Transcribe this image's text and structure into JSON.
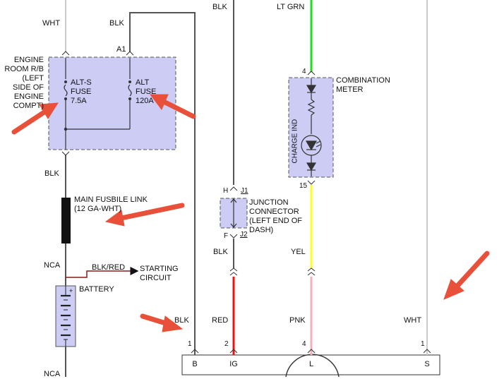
{
  "wire_labels": {
    "top_wht": "WHT",
    "top_blk": "BLK",
    "top_blk2": "BLK",
    "top_ltgrn": "LT GRN",
    "left_blk": "BLK",
    "nca_top": "NCA",
    "nca_bottom": "NCA",
    "blk_red": "BLK/RED",
    "mid_blk": "BLK",
    "mid_yel": "YEL",
    "bot_blk": "BLK",
    "bot_red": "RED",
    "bot_pnk": "PNK",
    "bot_wht": "WHT"
  },
  "pins": {
    "a1": "A1",
    "meter_4": "4",
    "meter_15": "15",
    "jc_h": "H",
    "jc_j1": "J1",
    "jc_f": "F",
    "jc_j2": "J2",
    "alt_1": "1",
    "alt_2": "2",
    "alt_4": "4",
    "alt_s1": "1"
  },
  "components": {
    "engine_room": "ENGINE ROOM R/B (LEFT SIDE OF ENGINE COMPT)",
    "alt_s_fuse": "ALT-S FUSE 7.5A",
    "alt_fuse": "ALT FUSE 120A",
    "fusible_link": "MAIN FUSBILE LINK (12 GA-WHT)",
    "battery": "BATTERY",
    "starting_circuit": "STARTING CIRCUIT",
    "combination_meter": "COMBINATION METER",
    "charge_ind": "CHARGE IND",
    "junction_connector": "JUNCTION CONNECTOR (LEFT END OF DASH)"
  },
  "alternator_terminals": {
    "b": "B",
    "ig": "IG",
    "l": "L",
    "s": "S"
  },
  "colors": {
    "wire_black": "#555555",
    "wire_white": "#cccccc",
    "wire_green": "#22dd22",
    "wire_yellow": "#ffff22",
    "wire_red": "#ee1111",
    "wire_pink": "#f4b0b8",
    "component_fill": "#ccccf5",
    "arrow_red": "#e8503a"
  }
}
